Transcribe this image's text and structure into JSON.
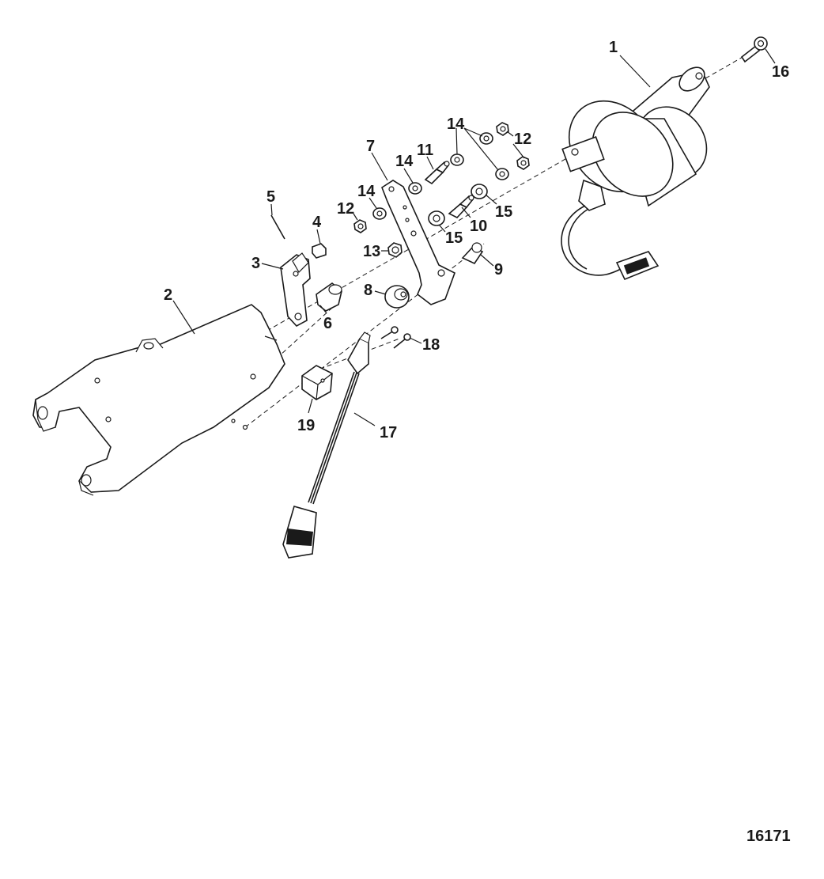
{
  "figure_id": "16171",
  "callouts": [
    "1",
    "2",
    "3",
    "4",
    "5",
    "6",
    "7",
    "8",
    "9",
    "10",
    "11",
    "12",
    "12",
    "13",
    "14",
    "14",
    "14",
    "14",
    "15",
    "15",
    "16",
    "17",
    "18",
    "19"
  ]
}
